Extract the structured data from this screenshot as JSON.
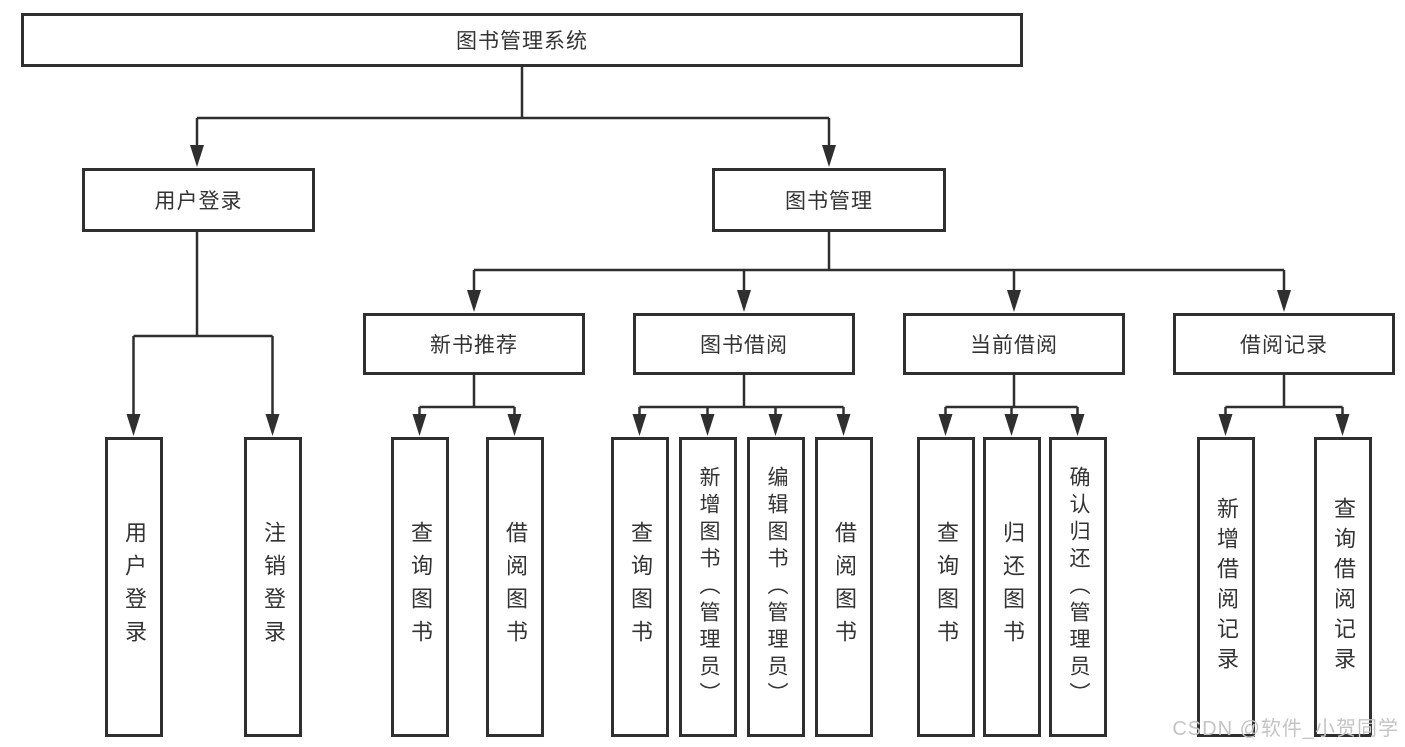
{
  "diagram": {
    "root": {
      "label": "图书管理系统"
    },
    "level2": [
      {
        "label": "用户登录"
      },
      {
        "label": "图书管理"
      }
    ],
    "level3": [
      {
        "label": "新书推荐"
      },
      {
        "label": "图书借阅"
      },
      {
        "label": "当前借阅"
      },
      {
        "label": "借阅记录"
      }
    ],
    "leaves": [
      {
        "label": "用户登录"
      },
      {
        "label": "注销登录"
      },
      {
        "label": "查询图书"
      },
      {
        "label": "借阅图书"
      },
      {
        "label": "查询图书"
      },
      {
        "label": "新增图书（管理员）"
      },
      {
        "label": "编辑图书（管理员）"
      },
      {
        "label": "借阅图书"
      },
      {
        "label": "查询图书"
      },
      {
        "label": "归还图书"
      },
      {
        "label": "确认归还（管理员）"
      },
      {
        "label": "新增借阅记录"
      },
      {
        "label": "查询借阅记录"
      }
    ],
    "watermark": "CSDN @软件_小贺同学",
    "colors": {
      "line": "#2f2f2f",
      "text": "#333333",
      "box_background": "#ffffff",
      "watermark": "#c4c4c4",
      "background": "#ffffff"
    }
  }
}
